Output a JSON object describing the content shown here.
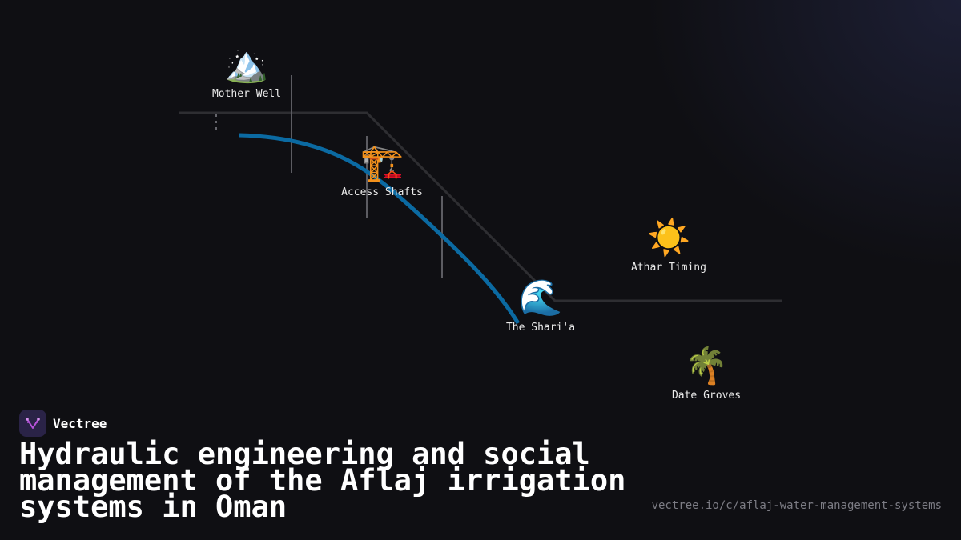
{
  "brand": {
    "name": "Vectree"
  },
  "title": "Hydraulic engineering and social management of the Aflaj irrigation systems in Oman",
  "url": "vectree.io/c/aflaj-water-management-systems",
  "nodes": {
    "mother_well": {
      "label": "Mother Well",
      "emoji": "🏔️"
    },
    "access_shafts": {
      "label": "Access Shafts",
      "emoji": "🏗️"
    },
    "sharia": {
      "label": "The Shari'a",
      "emoji": "🌊"
    },
    "athar_timing": {
      "label": "Athar Timing",
      "emoji": "☀️"
    },
    "date_groves": {
      "label": "Date Groves",
      "emoji": "🌴"
    }
  },
  "colors": {
    "background": "#0f0f13",
    "ground_line": "#2e2e32",
    "shaft_line": "#5c5c62",
    "water_channel": "#0b6aa2",
    "logo_bg": "#2a2347",
    "logo_mark": "#b552d9"
  }
}
